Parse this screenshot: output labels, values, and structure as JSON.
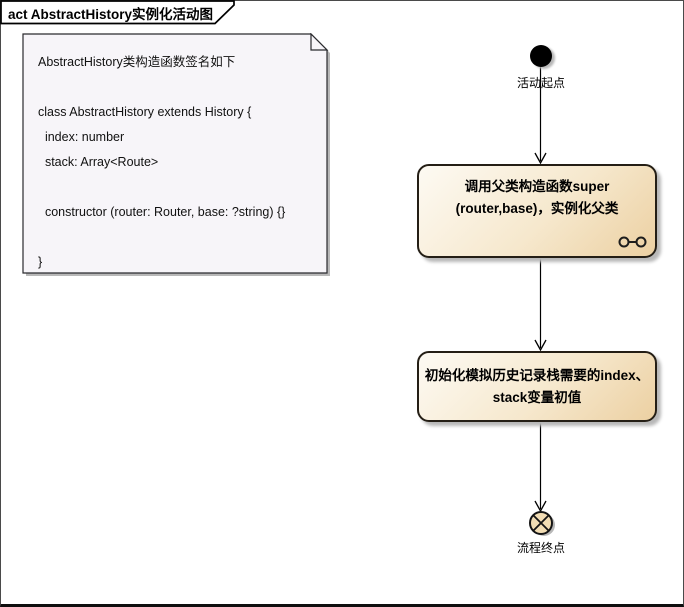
{
  "frame": {
    "title": "act AbstractHistory实例化活动图"
  },
  "note": {
    "text": "AbstractHistory类构造函数签名如下\n\nclass AbstractHistory extends History {\n  index: number\n  stack: Array<Route>\n\n  constructor (router: Router, base: ?string) {}\n\n}"
  },
  "nodes": {
    "start": {
      "label": "活动起点"
    },
    "action1": {
      "line1": "调用父类构造函数super",
      "line2": "(router,base)，实例化父类",
      "icon": "call-behavior-link-icon"
    },
    "action2": {
      "line1": "初始化模拟历史记录栈需要的index、",
      "line2": "stack变量初值"
    },
    "end": {
      "label": "流程终点"
    }
  },
  "colors": {
    "action_fill_top": "#fdfaf3",
    "action_fill_mid": "#f6e8cd",
    "action_fill_bottom": "#ecd0a2",
    "action_border": "#241e15",
    "end_fill": "#f2ddb4",
    "note_fill": "#f7f5f9",
    "shadow": "#b8b8b8",
    "frame_border": "#4a4a4a"
  }
}
